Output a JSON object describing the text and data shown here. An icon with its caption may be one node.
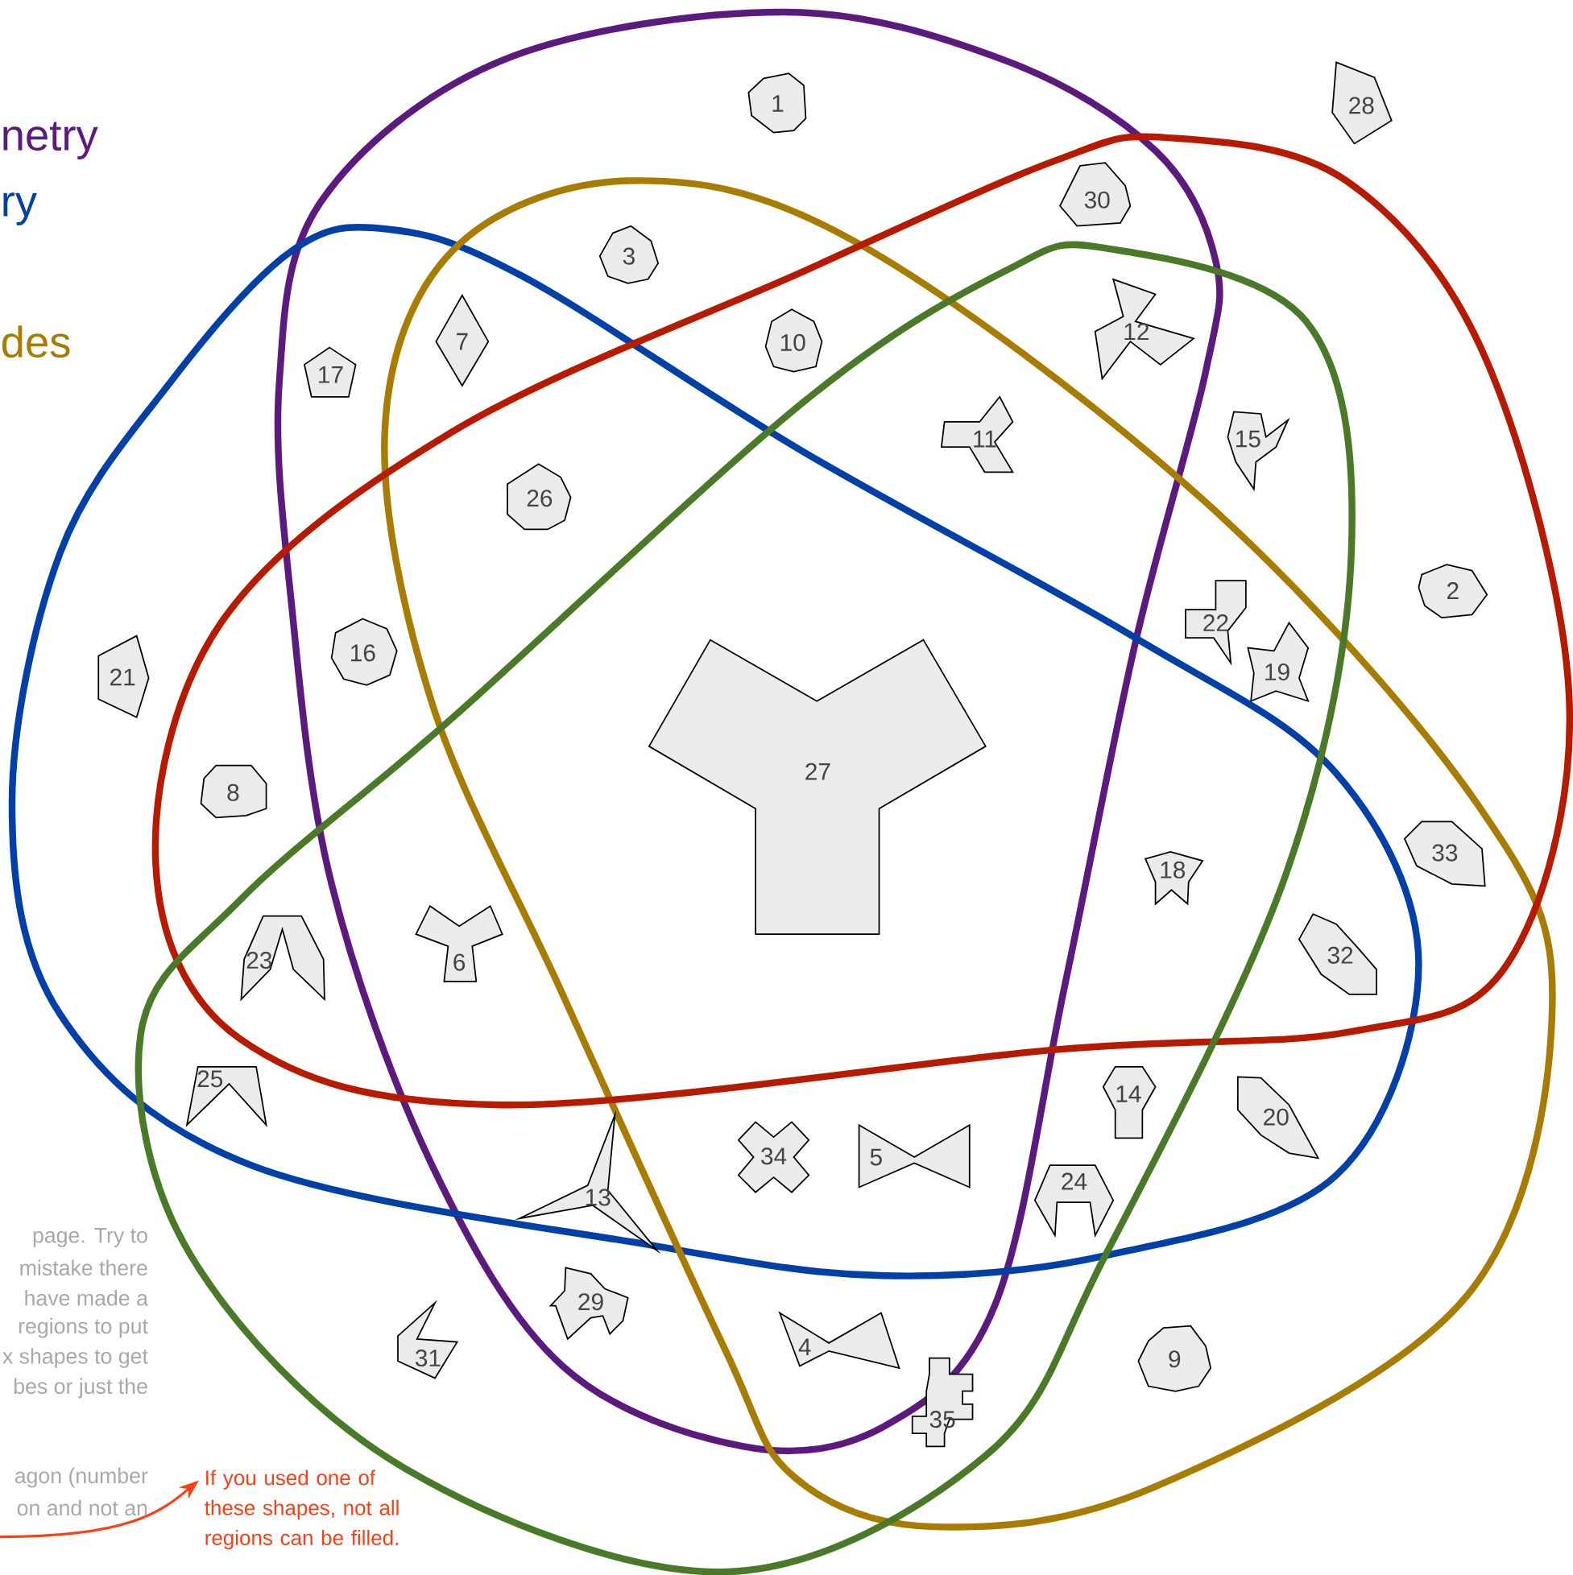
{
  "diagram": {
    "nodes": [
      {
        "text": [
          "1"
        ]
      },
      {
        "text": [
          "2"
        ]
      },
      {
        "text": [
          "3"
        ]
      },
      {
        "text": [
          "4"
        ]
      },
      {
        "text": [
          "5"
        ]
      },
      {
        "text": [
          "6"
        ]
      },
      {
        "text": [
          "7"
        ]
      },
      {
        "text": [
          "8"
        ]
      },
      {
        "text": [
          "9"
        ]
      },
      {
        "text": [
          "10"
        ]
      },
      {
        "text": [
          "11"
        ]
      },
      {
        "text": [
          "12"
        ]
      },
      {
        "text": [
          "13"
        ]
      },
      {
        "text": [
          "14"
        ]
      },
      {
        "text": [
          "15"
        ]
      },
      {
        "text": [
          "16"
        ]
      },
      {
        "text": [
          "17"
        ]
      },
      {
        "text": [
          "18"
        ]
      },
      {
        "text": [
          "19"
        ]
      },
      {
        "text": [
          "20"
        ]
      },
      {
        "text": [
          "21"
        ]
      },
      {
        "text": [
          "22"
        ]
      },
      {
        "text": [
          "23"
        ]
      },
      {
        "text": [
          "24"
        ]
      },
      {
        "text": [
          "25"
        ]
      },
      {
        "text": [
          "26"
        ]
      },
      {
        "text": [
          "27"
        ]
      },
      {
        "text": [
          "28"
        ]
      },
      {
        "text": [
          "29"
        ]
      },
      {
        "text": [
          "30"
        ]
      },
      {
        "text": [
          "31"
        ]
      },
      {
        "text": [
          "32"
        ]
      },
      {
        "text": [
          "33"
        ]
      },
      {
        "text": [
          "34"
        ]
      },
      {
        "text": [
          "35"
        ]
      },
      {
        "text": [
          "If you used one of these shapes, not all regions can be filled."
        ]
      }
    ],
    "edges": [
      {
        "from": null,
        "to": 35,
        "arrow": "to"
      }
    ],
    "labels": [
      "netry",
      "ry",
      "des",
      "page. Try to",
      "mistake there",
      "have made a",
      "regions to put",
      "x shapes to get",
      "bes or just the",
      "agon (number",
      "on and not an"
    ]
  }
}
